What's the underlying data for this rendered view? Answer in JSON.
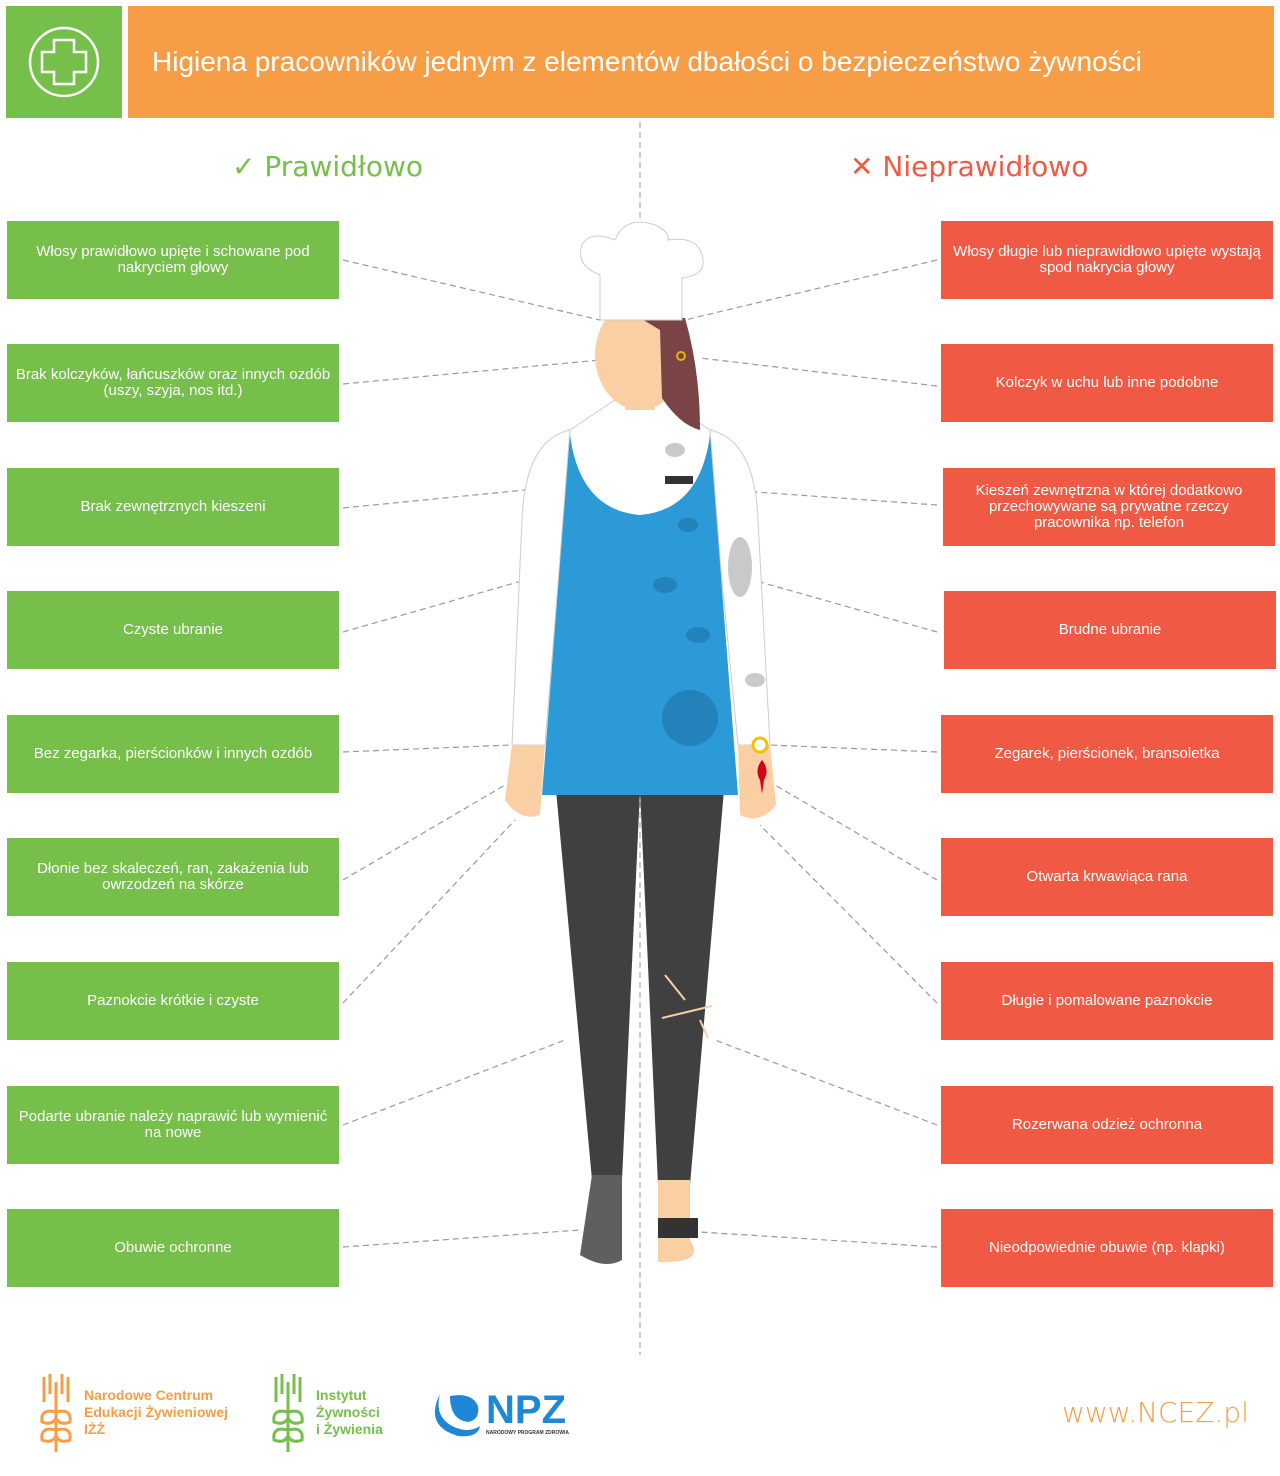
{
  "header": {
    "title": "Higiena pracowników jednym z elementów dbałości o bezpieczeństwo żywności",
    "icon": "medical-cross-icon"
  },
  "columns": {
    "correct": {
      "check": "✓",
      "label": "Prawidłowo"
    },
    "incorrect": {
      "cross": "✕",
      "label": "Nieprawidłowo"
    }
  },
  "correct_items": [
    "Włosy prawidłowo upięte i schowane pod nakryciem głowy",
    "Brak kolczyków, łańcuszków oraz innych ozdób (uszy, szyja, nos itd.)",
    "Brak zewnętrznych kieszeni",
    "Czyste ubranie",
    "Bez zegarka, pierścionków i innych ozdób",
    "Dłonie bez skaleczeń, ran, zakażenia lub owrzodzeń na skórze",
    "Paznokcie krótkie i czyste",
    "Podarte ubranie należy naprawić lub wymienić na nowe",
    "Obuwie ochronne"
  ],
  "incorrect_items": [
    "Włosy długie lub nieprawidłowo upięte wystają spod nakrycia głowy",
    "Kolczyk w uchu lub inne podobne",
    "Kieszeń zewnętrzna w której dodatkowo przechowywane są prywatne rzeczy pracownika np. telefon",
    "Brudne ubranie",
    "Zegarek, pierścionek, bransoletka",
    "Otwarta krwawiąca rana",
    "Długie i pomalowane paznokcie",
    "Rozerwana odzież ochronna",
    "Nieodpowiednie obuwie (np. klapki)"
  ],
  "footer": {
    "logo1": [
      "Narodowe Centrum",
      "Edukacji Żywieniowej",
      "IŻŻ"
    ],
    "logo2": [
      "Instytut",
      "Żywności",
      "i Żywienia"
    ],
    "logo3": {
      "name": "NPZ",
      "sub": "NARODOWY PROGRAM ZDROWIA"
    },
    "url": "www.NCEZ.pl"
  },
  "colors": {
    "green": "#76bf4a",
    "orange": "#f79d45",
    "red": "#f05a44",
    "blue": "#2b9ad6"
  }
}
